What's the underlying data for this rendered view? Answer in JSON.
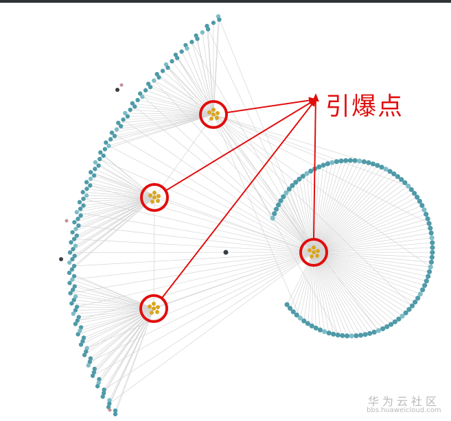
{
  "callout": {
    "label": "引爆点",
    "color": "#e10d0d"
  },
  "watermark": {
    "title": "华为云社区",
    "url": "bbs.huaweicloud.com"
  },
  "graph": {
    "colors": {
      "leaf": "#4f9aa8",
      "leaf_alt": "#7fbcc6",
      "hub": "#d9a520",
      "edge": "#d4d4d4",
      "dark": "#3a3f44",
      "pink": "#c58f9a"
    },
    "highlighted_hubs": 4
  }
}
